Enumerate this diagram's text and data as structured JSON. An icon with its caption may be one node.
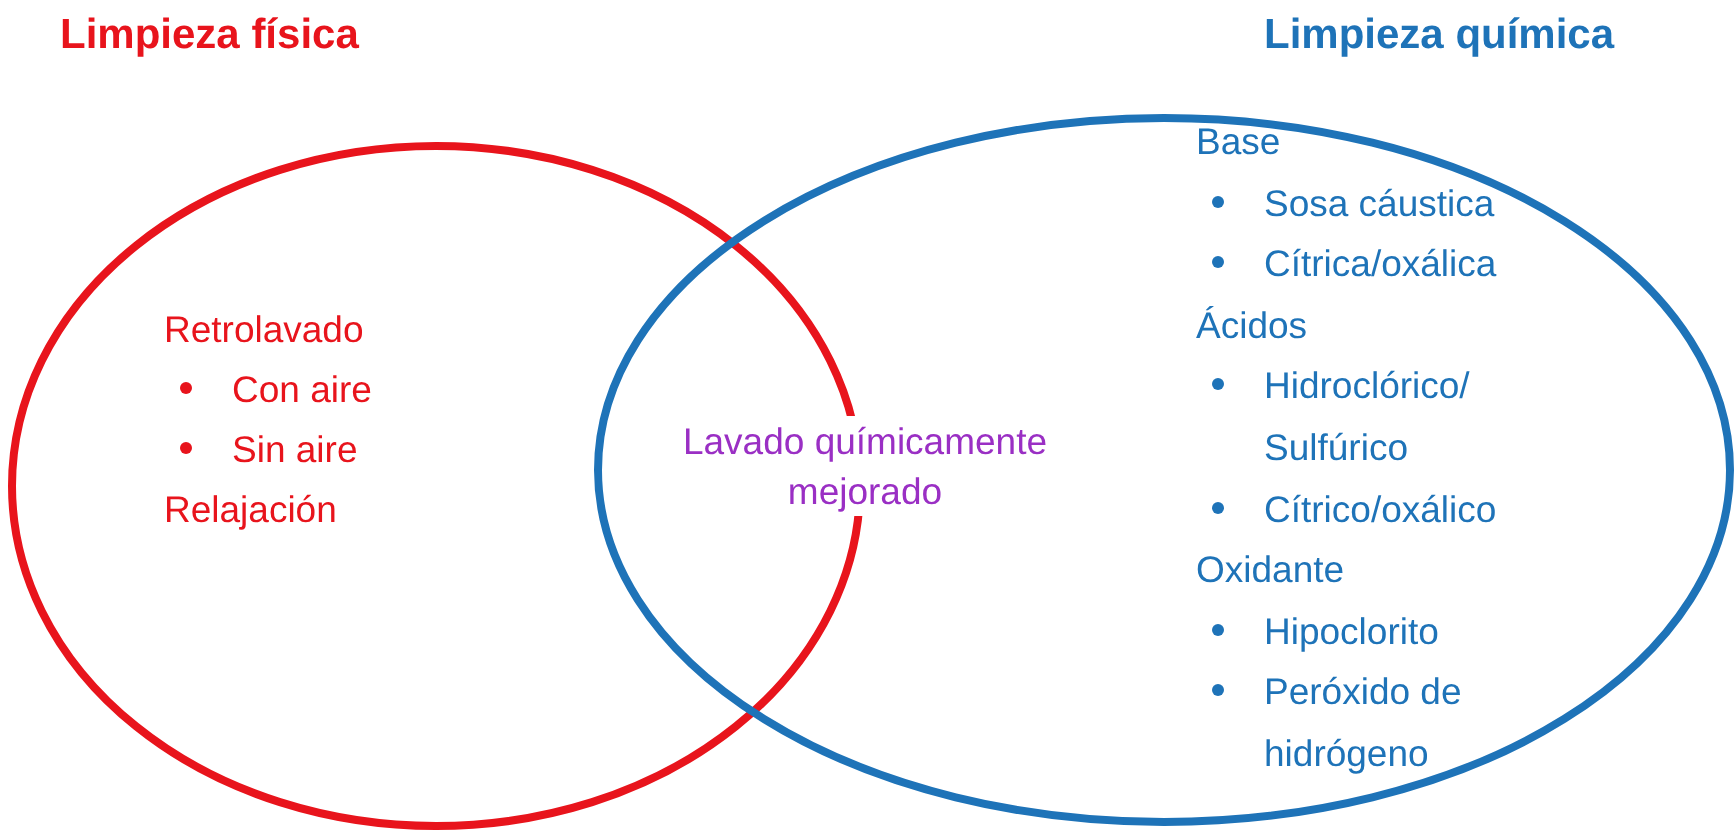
{
  "diagram": {
    "nodes": [
      {
        "text": [
          "Limpieza física",
          "Retrolavado",
          "Con aire",
          "Sin aire",
          "Relajación"
        ]
      },
      {
        "text": [
          "Limpieza química",
          "Base",
          "Sosa cáustica",
          "Cítrica/oxálica",
          "Ácidos",
          "Hidroclórico/ Sulfúrico",
          "Cítrico/oxálico",
          "Oxidante",
          "Hipoclorito",
          "Peróxido de hidrógeno"
        ]
      }
    ],
    "edges": [],
    "labels": [
      "Lavado químicamente mejorado"
    ]
  }
}
